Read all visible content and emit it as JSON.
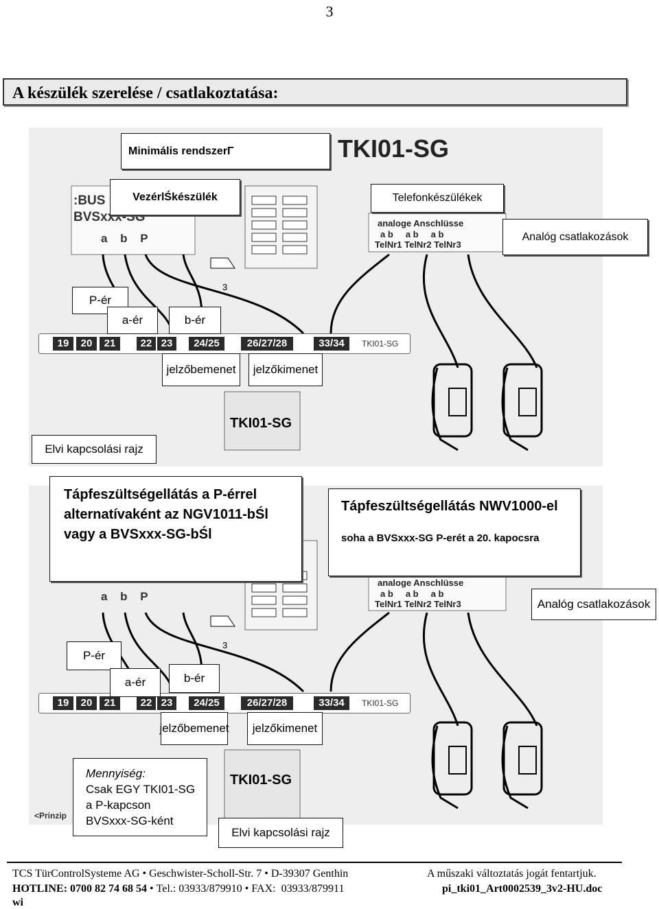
{
  "page_number": "3",
  "section_title": "A készülék szerelése / csatlakoztatása:",
  "diagram1": {
    "header_box": "Minimális rendszerΓ",
    "product_logo": "TKI01-SG",
    "controller_label": "VezérlŚkészülék",
    "bus_label_1": ":BUS",
    "bus_label_2": "BVSxxx-SG",
    "abp": "a b P",
    "phones_label": "Telefonkészülékek",
    "analog_box": "Analóg csatlakozások",
    "analoge_label": "analoge Anschlüsse",
    "ab_row": "a b     a b     a b",
    "telnr_row": "TelNr1 TelNr2 TelNr3",
    "p_wire": "P-ér",
    "a_wire": "a-ér",
    "b_wire": "b-ér",
    "number3": "3",
    "terminals": [
      "19",
      "20",
      "21",
      "22",
      "23",
      "24/25",
      "26/27/28",
      "33/34"
    ],
    "strip_label": "TKI01-SG",
    "signal_in": "jelzőbemenet",
    "signal_out": "jelzőkimenet",
    "module_label": "TKI01-SG",
    "schematic_caption": "Elvi kapcsolási rajz"
  },
  "diagram2": {
    "supply_box_line1": "Tápfeszültségellátás a P-érrel",
    "supply_box_line2": "alternatívaként az NGV1011-bŚl",
    "supply_box_line3": "vagy a BVSxxx-SG-bŚl",
    "nwv_box_title": "Tápfeszültségellátás NWV1000-el",
    "nwv_box_sub": "soha a BVSxxx-SG P-erét a 20. kapocsra",
    "abp": "a b P",
    "analoge_label": "analoge Anschlüsse",
    "ab_row": "a b     a b     a b",
    "telnr_row": "TelNr1 TelNr2 TelNr3",
    "analog_box": "Analóg csatlakozások",
    "p_wire": "P-ér",
    "a_wire": "a-ér",
    "b_wire": "b-ér",
    "number3": "3",
    "terminals": [
      "19",
      "20",
      "21",
      "22",
      "23",
      "24/25",
      "26/27/28",
      "33/34"
    ],
    "strip_label": "TKI01-SG",
    "signal_in": "jelzőbemenet",
    "signal_out": "jelzőkimenet",
    "quantity_title": "Mennyiség:",
    "quantity_line1": "Csak EGY TKI01-SG",
    "quantity_line2": "a P-kapcson",
    "quantity_line3": "BVSxxx-SG-ként",
    "prinzip": "<Prinzip",
    "module_label": "TKI01-SG",
    "schematic_caption": "Elvi kapcsolási rajz"
  },
  "footer": {
    "company": "TCS TürControlSysteme AG",
    "street": "Geschwister-Scholl-Str. 7",
    "city": "D-39307 Genthin",
    "rights": "A műszaki változtatás jogát fentartjuk.",
    "hotline": "HOTLINE: 0700 82 74 68 54",
    "tel": "Tel.: 03933/879910",
    "fax": "FAX:  03933/879911",
    "docname": "pi_tki01_Art0002539_3v2-HU.doc",
    "wi": "wi"
  }
}
